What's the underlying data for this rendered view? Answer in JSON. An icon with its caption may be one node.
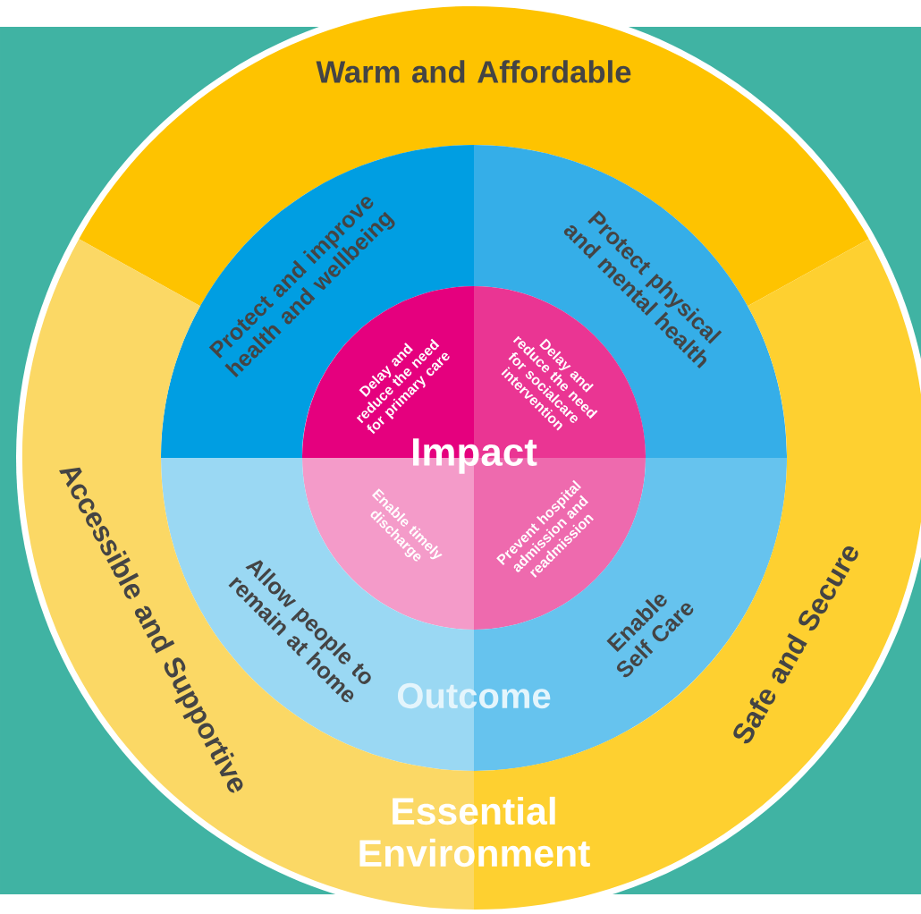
{
  "diagram": {
    "nodes": [
      {
        "text": [
          "Warm and Affordable"
        ]
      },
      {
        "text": [
          "Protect and improve health and wellbeing"
        ]
      },
      {
        "text": [
          "Protect physical and mental health"
        ]
      },
      {
        "text": [
          "Delay and reduce the need for primary care"
        ]
      },
      {
        "text": [
          "Delay and reduce the need for socialcare intervention"
        ]
      },
      {
        "text": [
          "Enable timely discharge"
        ]
      },
      {
        "text": [
          "Prevent hospital admission and readmission"
        ]
      },
      {
        "text": [
          "Allow people to remain at home"
        ]
      },
      {
        "text": [
          "Enable Self Care"
        ]
      },
      {
        "text": [
          "Accessible and Supportive"
        ]
      },
      {
        "text": [
          "Safe and Secure"
        ]
      }
    ],
    "labels": [
      "Impact",
      "Outcome",
      "Essential Environment"
    ]
  }
}
